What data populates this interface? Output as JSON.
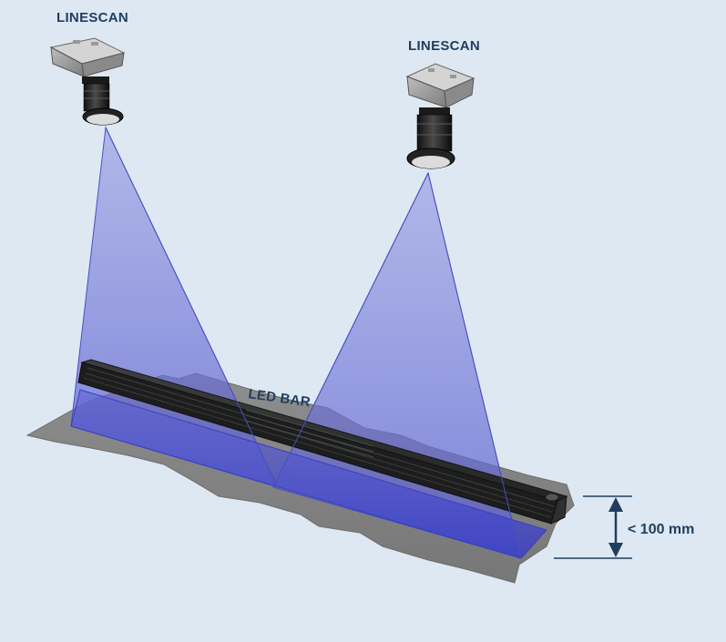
{
  "labels": {
    "camera_left": "LINESCAN",
    "camera_right": "LINESCAN",
    "led_bar": "LED BAR",
    "distance": "< 100 mm"
  },
  "colors": {
    "background": "#dde8f2",
    "text": "#1f3e5e",
    "light_beam": "#6b70d6",
    "ground_plate": "#8a8a8a",
    "led_bar": "#2a2c2b",
    "dimension_arrow": "#1f3e5e"
  }
}
